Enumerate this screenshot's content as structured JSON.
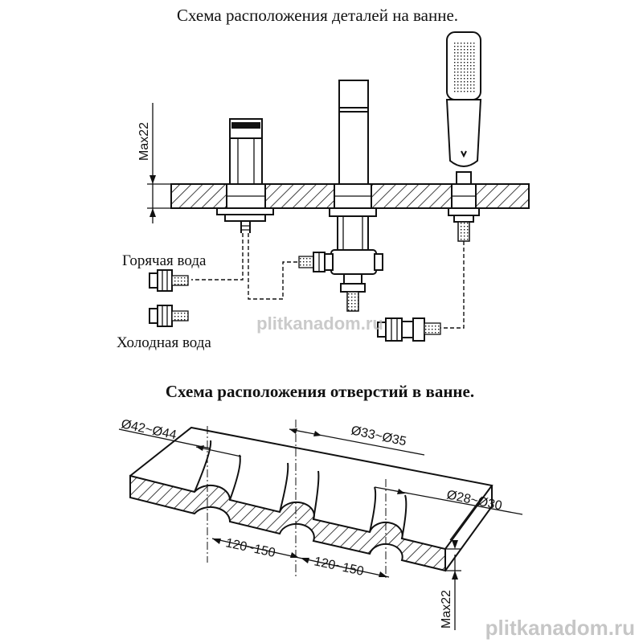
{
  "diagram": {
    "title_top": "Схема расположения деталей на ванне.",
    "title_bottom": "Схема расположения отверстий в ванне.",
    "labels": {
      "hot_water": "Горячая вода",
      "cold_water": "Холодная вода"
    },
    "dimensions": {
      "max_height_top": "Max22",
      "max_height_bottom": "Max22",
      "hole_diameter_1": "Ø42~Ø44",
      "hole_diameter_2": "Ø33~Ø35",
      "hole_diameter_3": "Ø28~Ø30",
      "spacing_1": "120~150",
      "spacing_2": "120~150"
    },
    "watermarks": {
      "center": "plitkanadom.ru",
      "corner": "plitkanadom.ru"
    }
  }
}
